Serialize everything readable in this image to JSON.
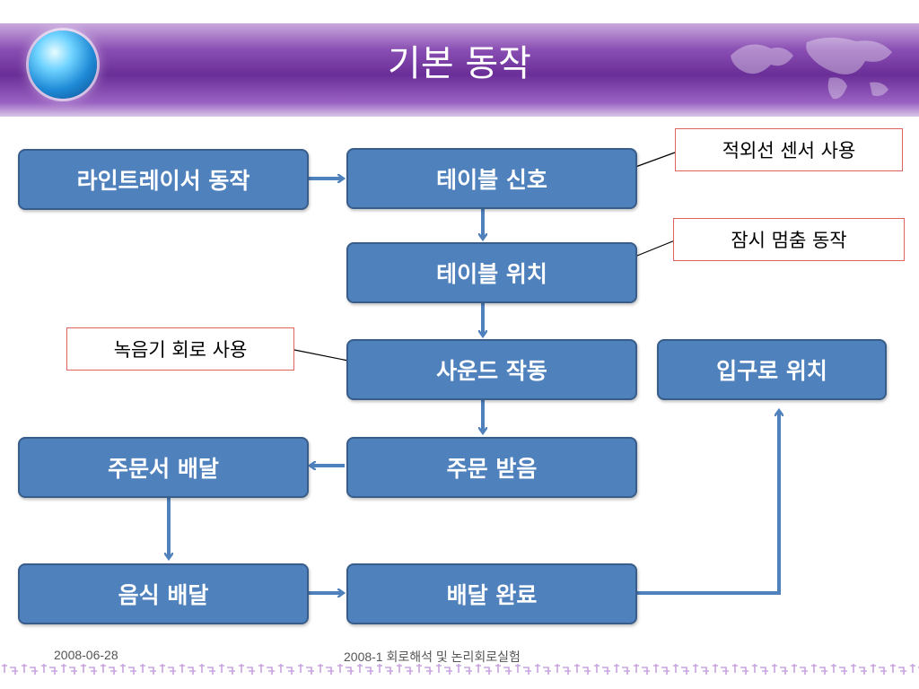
{
  "slide": {
    "title": "기본 동작",
    "boxes": {
      "line_tracer": "라인트레이서 동작",
      "table_signal": "테이블 신호",
      "table_position": "테이블 위치",
      "sound_operation": "사운드 작동",
      "entrance_position": "입구로 위치",
      "order_delivery": "주문서 배달",
      "order_received": "주문 받음",
      "food_delivery": "음식 배달",
      "delivery_complete": "배달 완료"
    },
    "notes": {
      "ir_sensor": "적외선 센서 사용",
      "pause": "잠시 멈춤 동작",
      "recorder": "녹음기 회로 사용"
    },
    "footer": {
      "date": "2008-06-28",
      "course": "2008-1 회로해석 및 논리회로실험"
    }
  },
  "colors": {
    "box_fill": "#4f81bd",
    "box_border": "#385d8a",
    "arrow": "#4f81bd",
    "note_border": "#e0625f",
    "header": "#6a2e98"
  }
}
